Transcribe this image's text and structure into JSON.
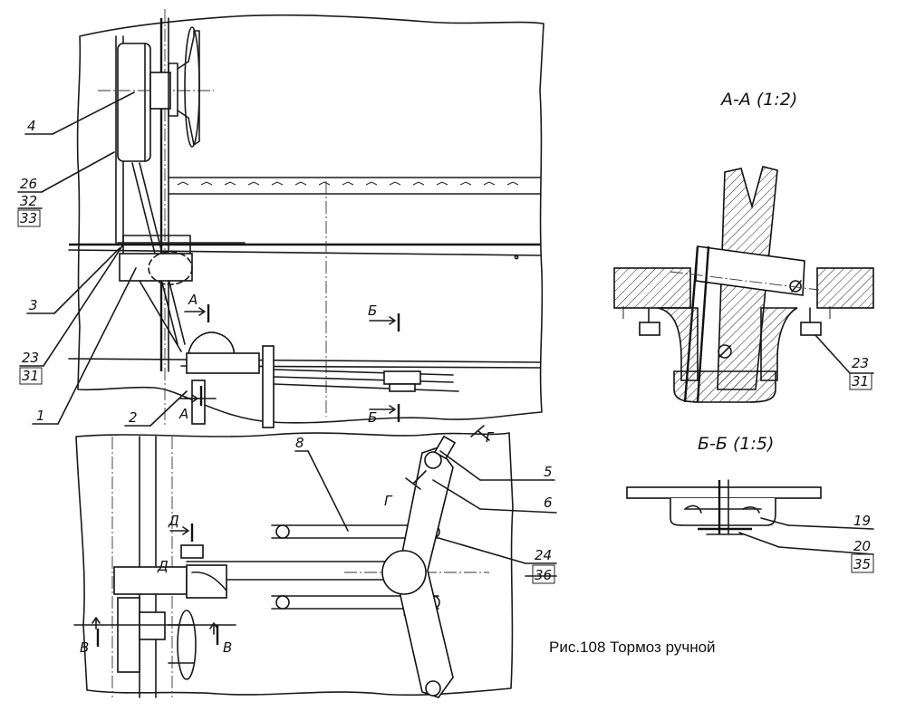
{
  "caption": "Рис.108  Тормоз ручной",
  "sections": {
    "aa": "А-А (1:2)",
    "bb": "Б-Б (1:5)"
  },
  "cut_marks": {
    "a": "А",
    "b": "Б",
    "g": "Г",
    "d": "Д",
    "v": "В"
  },
  "callouts": {
    "c4": "4",
    "c26": "26",
    "c32": "32",
    "c33": "33",
    "c3": "3",
    "c23": "23",
    "c31": "31",
    "c1": "1",
    "c2": "2",
    "c8": "8",
    "c5": "5",
    "c6": "6",
    "c24": "24",
    "c36": "36",
    "c19": "19",
    "c20": "20",
    "c35": "35",
    "c23r": "23",
    "c31r": "31"
  }
}
